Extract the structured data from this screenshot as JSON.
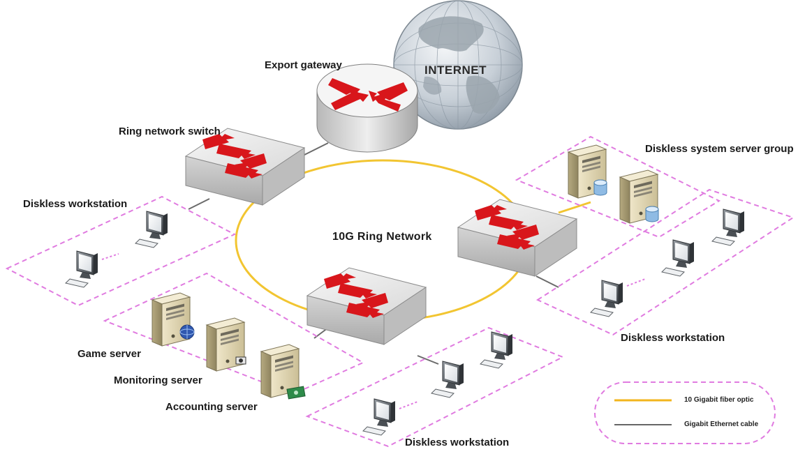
{
  "labels": {
    "internet": "INTERNET",
    "export_gateway": "Export gateway",
    "ring_network_switch": "Ring network switch",
    "diskless_system_server_group": "Diskless system server group",
    "diskless_workstation_left": "Diskless workstation",
    "diskless_workstation_right": "Diskless workstation",
    "diskless_workstation_bottom": "Diskless workstation",
    "ring_network": "10G Ring Network",
    "game_server": "Game server",
    "monitoring_server": "Monitoring server",
    "accounting_server": "Accounting server"
  },
  "legend": {
    "fiber_label": "10 Gigabit fiber optic",
    "ethernet_label": "Gigabit Ethernet cable",
    "fiber_color": "#f2b51c",
    "ethernet_color": "#666666"
  },
  "colors": {
    "ring": "#f2c531",
    "group_border": "#e07be0",
    "arrow": "#d8161b",
    "switch_top": "#e9e9e9",
    "switch_side": "#c9c9c9"
  },
  "icons": [
    "globe-icon",
    "router-icon",
    "switch-icon",
    "server-icon",
    "computer-icon",
    "database-icon"
  ]
}
